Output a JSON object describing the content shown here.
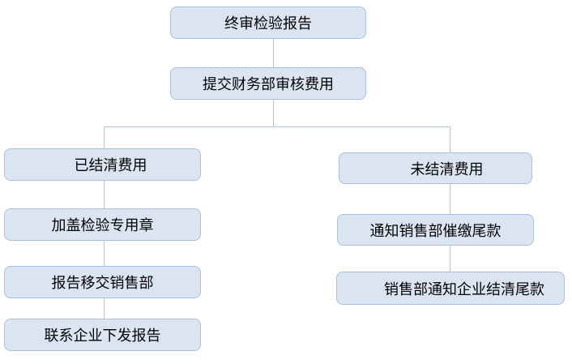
{
  "diagram": {
    "colors": {
      "background": "#ffffff",
      "node_fill": "#dbe5f2",
      "node_border": "#a9c0dd",
      "connector": "#b3c6e0",
      "text": "#000000"
    },
    "nodes": [
      {
        "id": "final-report",
        "label": "终审检验报告"
      },
      {
        "id": "submit-finance-review",
        "label": "提交财务部审核费用"
      },
      {
        "id": "fees-settled",
        "label": "已结清费用"
      },
      {
        "id": "fees-unsettled",
        "label": "未结清费用"
      },
      {
        "id": "stamp-inspection-seal",
        "label": "加盖检验专用章"
      },
      {
        "id": "report-to-sales",
        "label": "报告移交销售部"
      },
      {
        "id": "contact-enterprise-issue",
        "label": "联系企业下发报告"
      },
      {
        "id": "notify-sales-collect",
        "label": "通知销售部催缴尾款"
      },
      {
        "id": "sales-notify-settle",
        "label": "销售部通知企业结清尾款"
      }
    ],
    "edges": [
      {
        "from": "final-report",
        "to": "submit-finance-review"
      },
      {
        "from": "submit-finance-review",
        "to": "fees-settled"
      },
      {
        "from": "submit-finance-review",
        "to": "fees-unsettled"
      },
      {
        "from": "fees-settled",
        "to": "stamp-inspection-seal"
      },
      {
        "from": "stamp-inspection-seal",
        "to": "report-to-sales"
      },
      {
        "from": "report-to-sales",
        "to": "contact-enterprise-issue"
      },
      {
        "from": "fees-unsettled",
        "to": "notify-sales-collect"
      },
      {
        "from": "notify-sales-collect",
        "to": "sales-notify-settle"
      }
    ]
  }
}
